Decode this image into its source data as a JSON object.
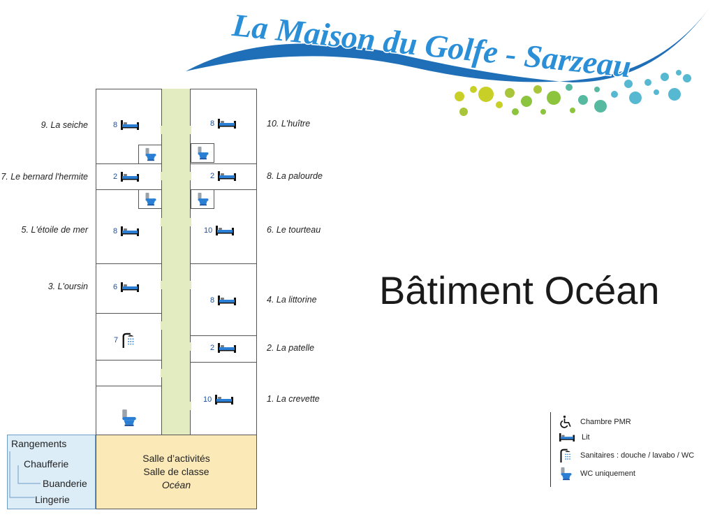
{
  "logo": {
    "text": "La Maison du Golfe - Sarzeau",
    "colors": {
      "wave": "#1e6fb8",
      "letters": "#2a8fd6",
      "dots_green": "#8cc43e",
      "dots_yellow": "#c8cf27",
      "dots_teal": "#57b9d1"
    }
  },
  "title": "Bâtiment Océan",
  "rooms_left": [
    {
      "label": "9. La seiche",
      "beds": "8"
    },
    {
      "label": "7. Le bernard l'hermite",
      "beds": "2"
    },
    {
      "label": "5. L'étoile de mer",
      "beds": "8"
    },
    {
      "label": "3. L'oursin",
      "beds": "6"
    },
    {
      "label": "",
      "beds": "7"
    }
  ],
  "rooms_right": [
    {
      "label": "10. L'huître",
      "beds": "8"
    },
    {
      "label": "8. La palourde",
      "beds": "2"
    },
    {
      "label": "6. Le tourteau",
      "beds": "10"
    },
    {
      "label": "4. La littorine",
      "beds": "8"
    },
    {
      "label": "2. La patelle",
      "beds": "2"
    },
    {
      "label": "1. La crevette",
      "beds": "10"
    }
  ],
  "service_rooms": {
    "rangements": "Rangements",
    "chaufferie": "Chaufferie",
    "buanderie": "Buanderie",
    "lingerie": "Lingerie"
  },
  "salle": {
    "line1": "Salle d’activités",
    "line2": "Salle de classe",
    "line3": "Océan"
  },
  "legend": {
    "pmr": "Chambre PMR",
    "lit": "Lit",
    "sanitaires": "Sanitaires : douche / lavabo / WC",
    "wc": "WC uniquement"
  },
  "colors": {
    "corridor": "#e3ebc1",
    "salle": "#fbe9b8",
    "service": "#dcedf8",
    "icon_blue": "#1d4f9a"
  }
}
